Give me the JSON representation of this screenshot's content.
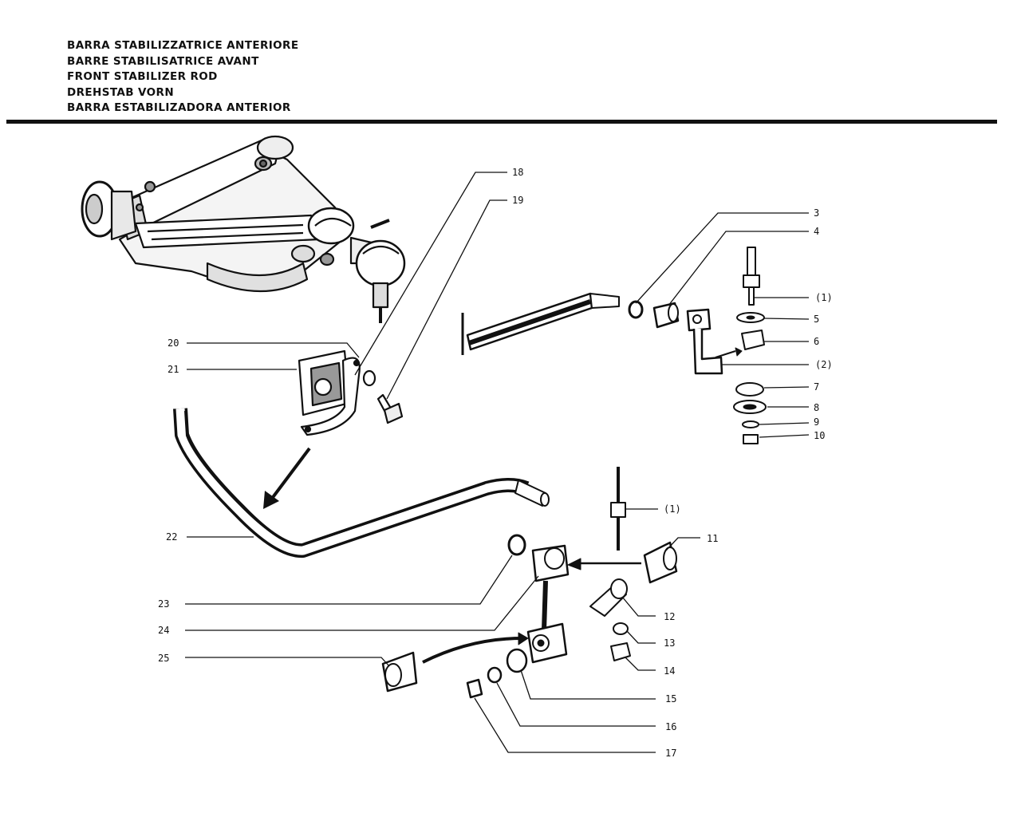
{
  "titles": [
    "BARRA STABILIZZATRICE ANTERIORE",
    "BARRE STABILISATRICE AVANT",
    "FRONT STABILIZER ROD",
    "DREHSTAB VORN",
    "BARRA ESTABILIZADORA ANTERIOR"
  ],
  "callouts": {
    "c18": "18",
    "c19": "19",
    "c20": "20",
    "c21": "21",
    "c22": "22",
    "c3": "3",
    "c4": "4",
    "c1a": "(1)",
    "c5": "5",
    "c6": "6",
    "c2": "(2)",
    "c7": "7",
    "c8": "8",
    "c9": "9",
    "c10": "10",
    "c1b": "(1)",
    "c11": "11",
    "c12": "12",
    "c13": "13",
    "c14": "14",
    "c15": "15",
    "c16": "16",
    "c17": "17",
    "c23": "23",
    "c24": "24",
    "c25": "25"
  }
}
